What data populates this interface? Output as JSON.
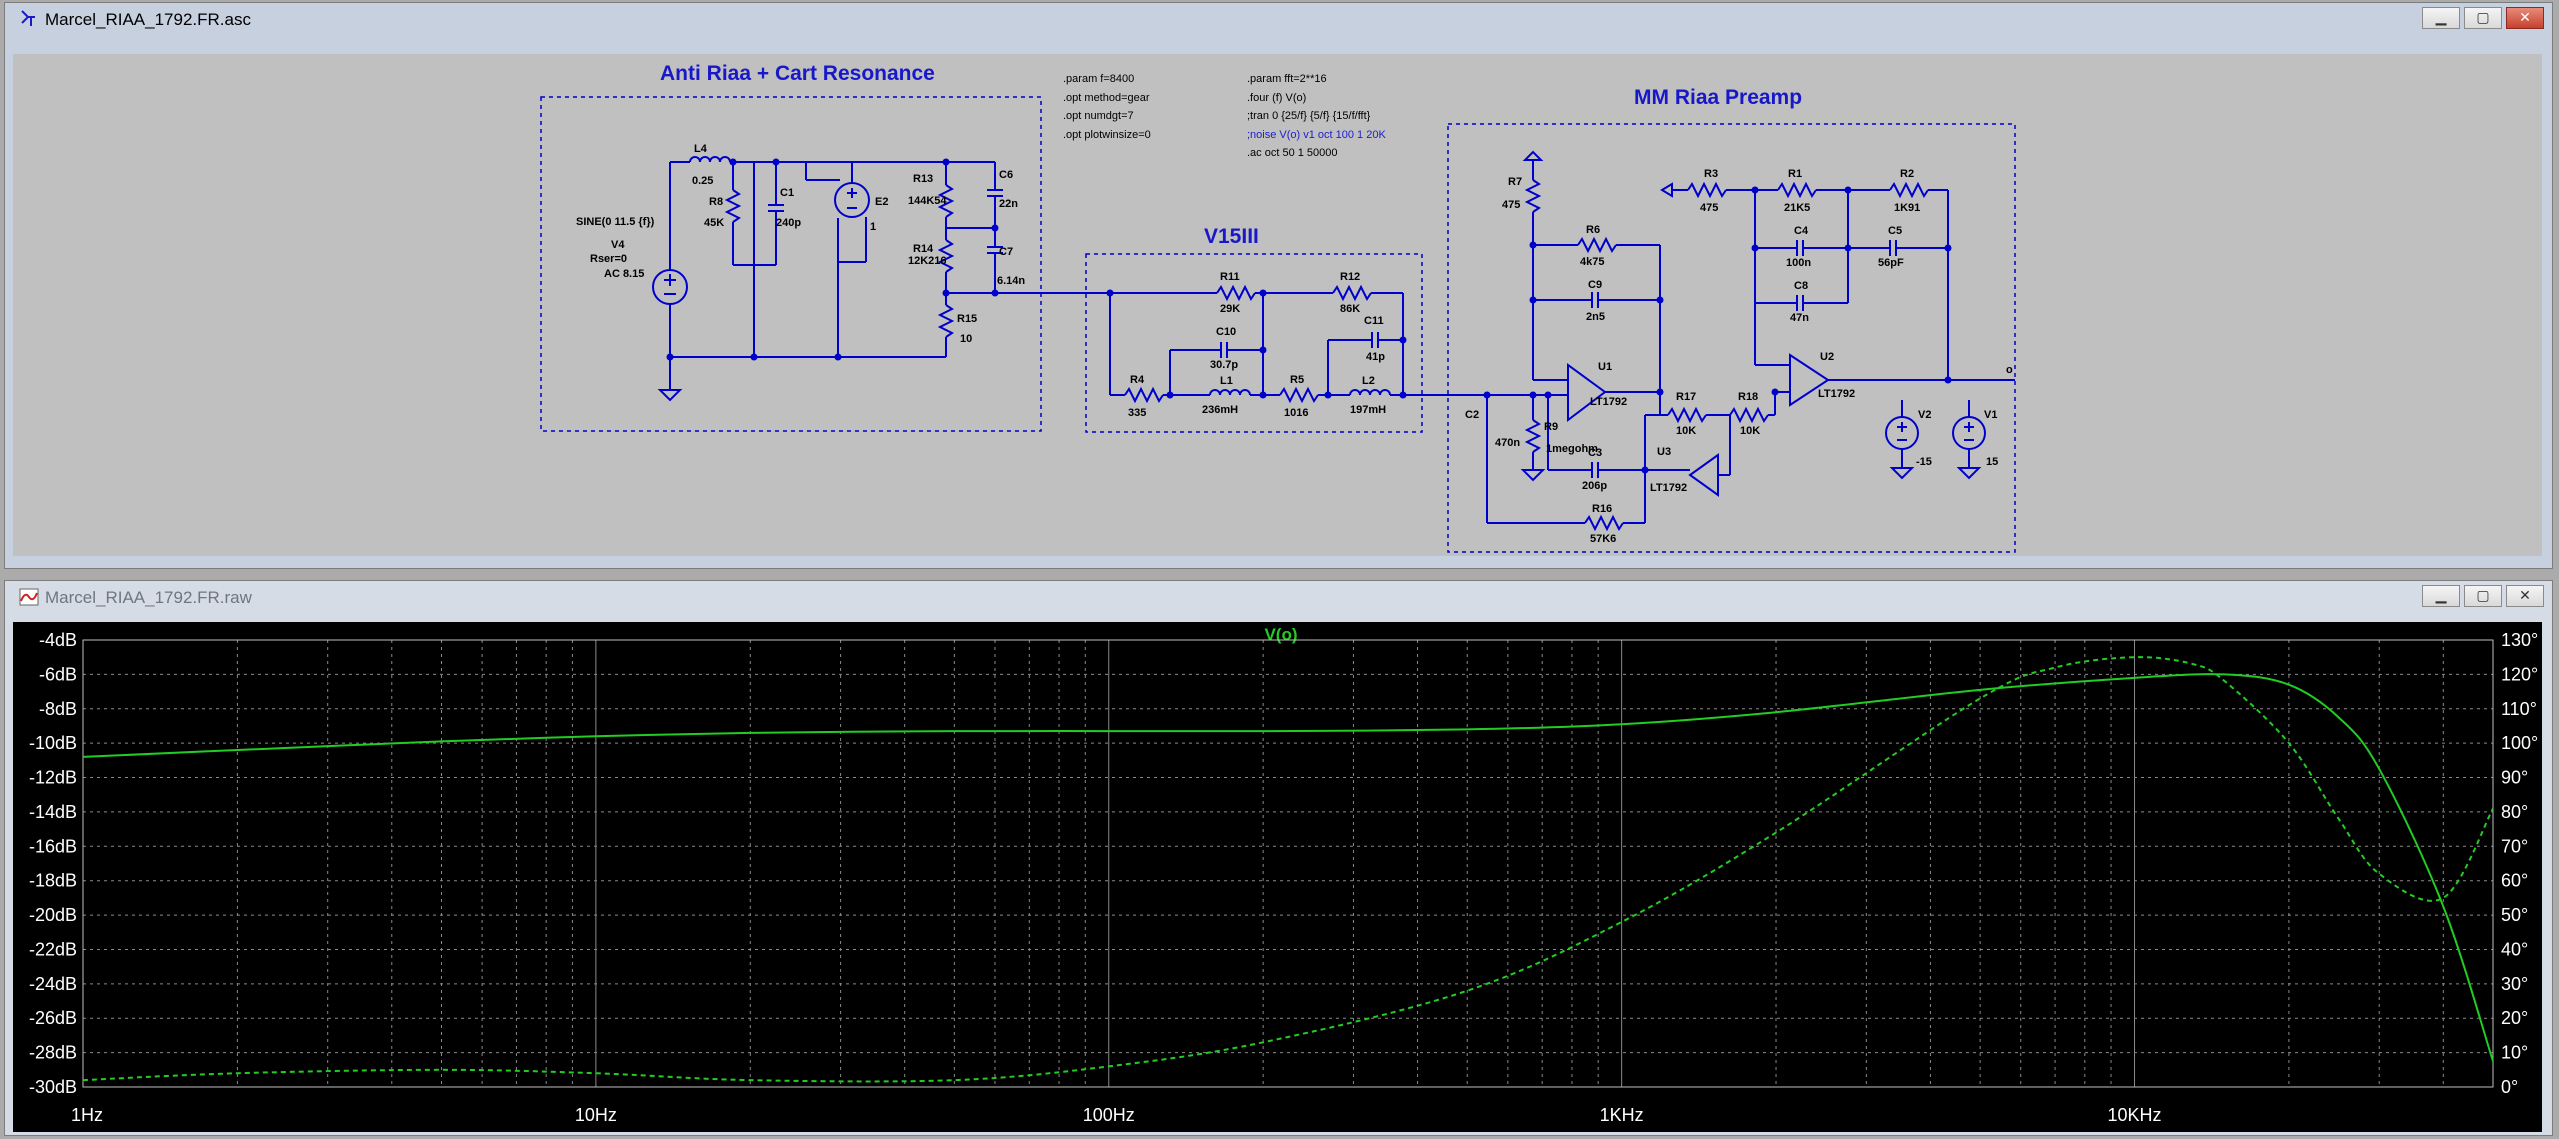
{
  "schematic_window": {
    "title": "Marcel_RIAA_1792.FR.asc",
    "icon": "schematic-icon",
    "buttons": {
      "minimize": "▁",
      "maximize": "▢",
      "close": "✕"
    },
    "sections": {
      "anti_riaa": "Anti Riaa + Cart Resonance",
      "v15": "V15III",
      "preamp": "MM Riaa Preamp"
    },
    "directives_left": [
      ".param f=8400",
      ".opt method=gear",
      ".opt numdgt=7",
      ".opt plotwinsize=0"
    ],
    "directives_right": [
      ".param fft=2**16",
      ".four (f) V(o)",
      ";tran 0 {25/f} {5/f} {15/f/fft}",
      ";noise V(o) v1 oct 100 1 20K",
      ".ac oct 50 1 50000"
    ],
    "components": {
      "L4": "L4",
      "L4v": "0.25",
      "R8": "R8",
      "R8v": "45K",
      "C1": "C1",
      "C1v": "240p",
      "E2": "E2",
      "E2v": "1",
      "R13": "R13",
      "R13v": "144K54",
      "R14": "R14",
      "R14v": "12K216",
      "R15": "R15",
      "R15v": "10",
      "C6": "C6",
      "C6v": "22n",
      "C7": "C7",
      "C7v": "6.14n",
      "V4a": "SINE(0 11.5 {f})",
      "V4b": "V4",
      "V4c": "Rser=0",
      "V4d": "AC 8.15",
      "R11": "R11",
      "R11v": "29K",
      "R12": "R12",
      "R12v": "86K",
      "C10": "C10",
      "C10v": "30.7p",
      "C11": "C11",
      "C11v": "41p",
      "L1": "L1",
      "L1v": "236mH",
      "L2": "L2",
      "L2v": "197mH",
      "R4": "R4",
      "R4v": "335",
      "R5": "R5",
      "R5v": "1016",
      "R7": "R7",
      "R7v": "475",
      "R6": "R6",
      "R6v": "4k75",
      "C9": "C9",
      "C9v": "2n5",
      "U1": "U1",
      "U1v": "LT1792",
      "C2": "C2",
      "C2v": "470n",
      "R9": "R9",
      "R9v": "1megohm",
      "C3": "C3",
      "C3v": "206p",
      "U3": "U3",
      "U3v": "LT1792",
      "R16": "R16",
      "R16v": "57K6",
      "R17": "R17",
      "R17v": "10K",
      "R18": "R18",
      "R18v": "10K",
      "R3": "R3",
      "R3v": "475",
      "R1": "R1",
      "R1v": "21K5",
      "R2": "R2",
      "R2v": "1K91",
      "C4": "C4",
      "C4v": "100n",
      "C5": "C5",
      "C5v": "56pF",
      "C8": "C8",
      "C8v": "47n",
      "U2": "U2",
      "U2v": "LT1792",
      "V2": "V2",
      "V2v": "-15",
      "V1": "V1",
      "V1v": "15",
      "out": "o"
    }
  },
  "plot_window": {
    "title": "Marcel_RIAA_1792.FR.raw",
    "icon": "waveform-icon",
    "buttons": {
      "minimize": "▁",
      "maximize": "▢",
      "close": "✕"
    }
  },
  "chart_data": {
    "type": "line",
    "title": "V(o)",
    "x_scale": "log",
    "xlim": [
      1,
      50000
    ],
    "x_ticks": [
      "1Hz",
      "10Hz",
      "100Hz",
      "1KHz",
      "10KHz"
    ],
    "ylim": [
      -30,
      -4
    ],
    "y_ticks": [
      "-4dB",
      "-6dB",
      "-8dB",
      "-10dB",
      "-12dB",
      "-14dB",
      "-16dB",
      "-18dB",
      "-20dB",
      "-22dB",
      "-24dB",
      "-26dB",
      "-28dB",
      "-30dB"
    ],
    "y2lim": [
      0,
      130
    ],
    "y2_ticks": [
      "130°",
      "120°",
      "110°",
      "100°",
      "90°",
      "80°",
      "70°",
      "60°",
      "50°",
      "40°",
      "30°",
      "20°",
      "10°",
      "0°"
    ],
    "grid": true,
    "colors": {
      "trace": "#22cc22",
      "grid": "#8a8a8a",
      "background": "#000000",
      "axis_text": "#ffffff"
    },
    "series": [
      {
        "name": "magnitude",
        "axis": "left",
        "style": "solid",
        "x": [
          1,
          2,
          5,
          10,
          20,
          50,
          100,
          200,
          500,
          1000,
          2000,
          5000,
          10000,
          15000,
          20000,
          25000,
          30000,
          40000,
          50000
        ],
        "y": [
          -10.8,
          -10.4,
          -9.9,
          -9.6,
          -9.4,
          -9.3,
          -9.3,
          -9.3,
          -9.2,
          -8.9,
          -8.2,
          -6.9,
          -6.2,
          -6.0,
          -6.6,
          -8.5,
          -11.5,
          -19.5,
          -28.5
        ]
      },
      {
        "name": "phase",
        "axis": "right",
        "style": "dashed",
        "x": [
          1,
          2,
          5,
          10,
          20,
          50,
          100,
          200,
          500,
          1000,
          2000,
          5000,
          7000,
          10000,
          13000,
          15000,
          20000,
          25000,
          30000,
          40000,
          50000
        ],
        "y": [
          2,
          4,
          5,
          4,
          2,
          2,
          6,
          13,
          28,
          48,
          74,
          113,
          122,
          125,
          123,
          118,
          100,
          78,
          62,
          55,
          81
        ]
      }
    ]
  }
}
